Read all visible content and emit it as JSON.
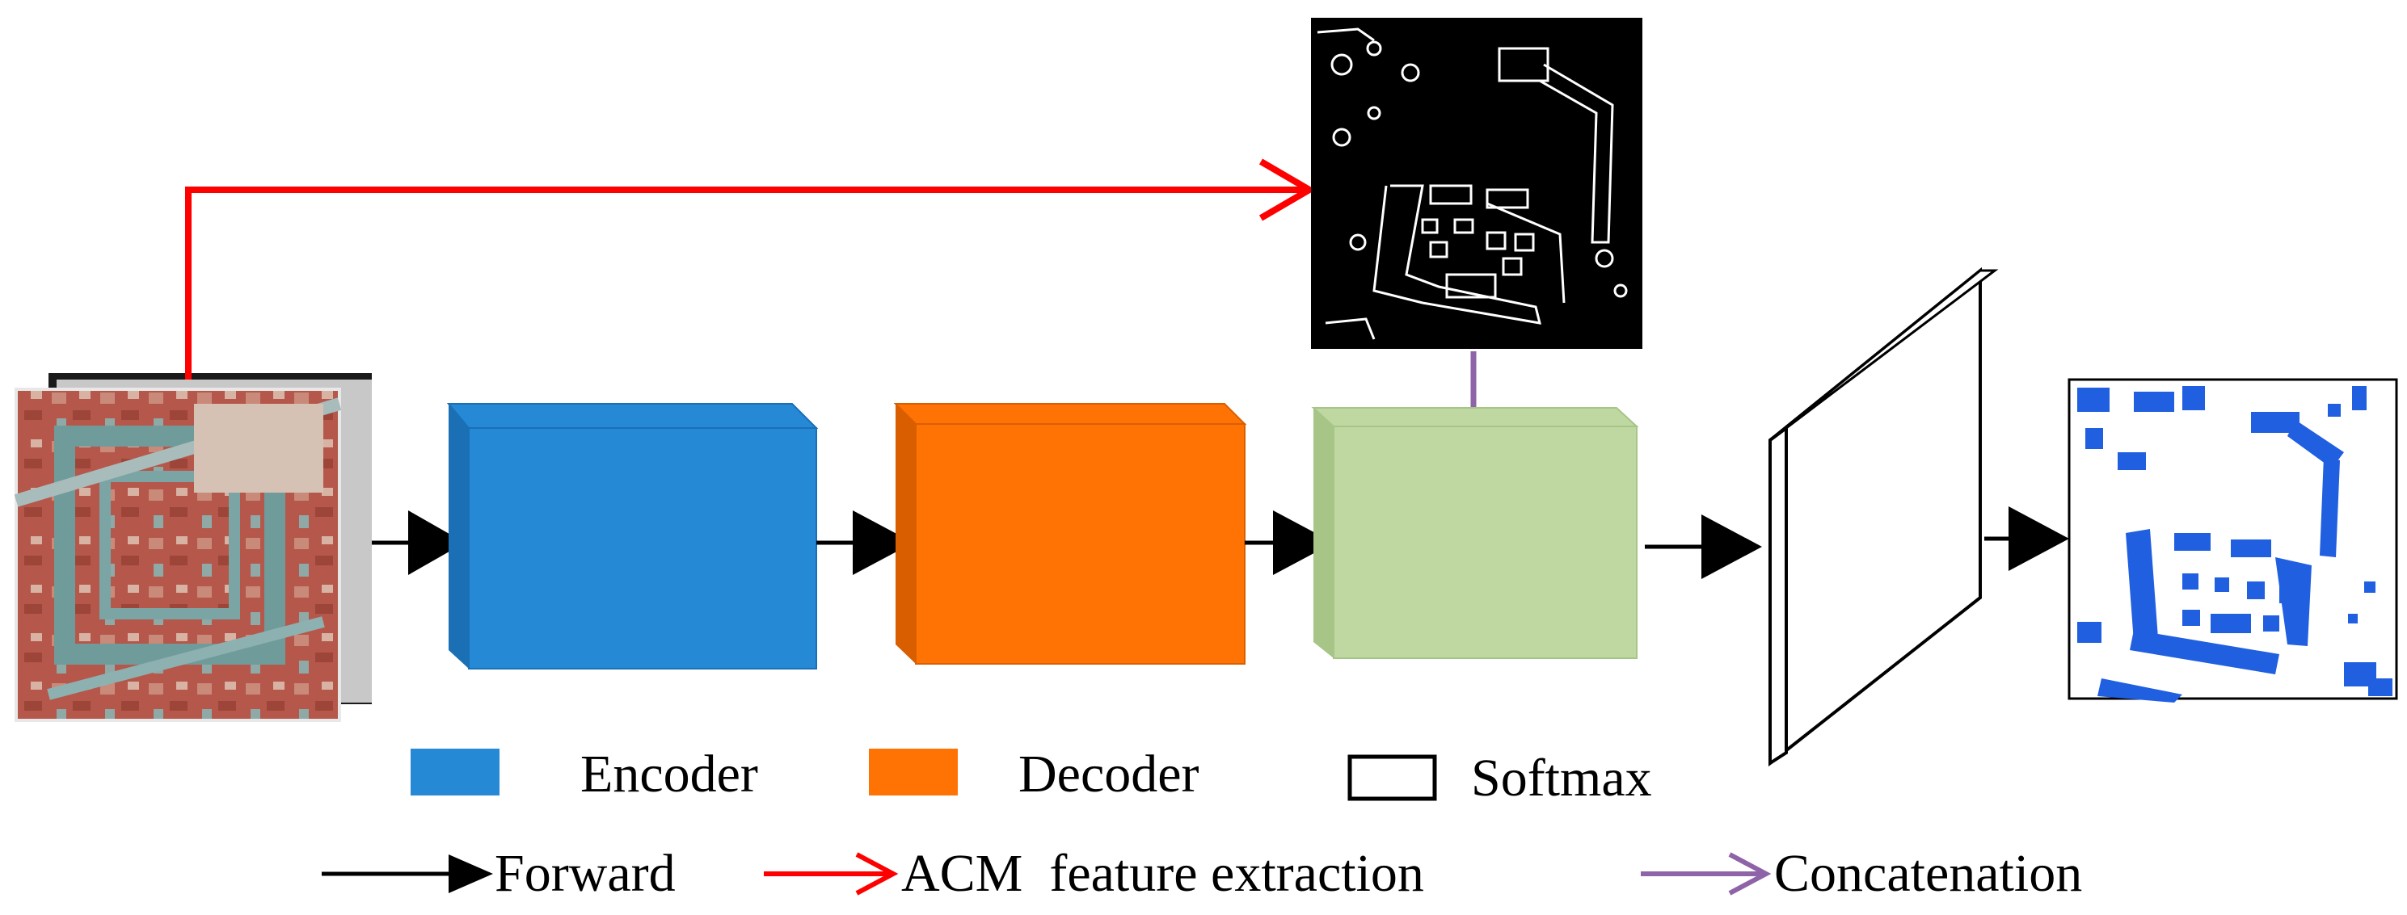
{
  "colors": {
    "encoder": "#2589d6",
    "encoder_dark": "#1a6fb5",
    "decoder": "#ff7305",
    "decoder_dark": "#d95e00",
    "fusion": "#bfd8a2",
    "fusion_dark": "#a6c586",
    "acm_arrow": "#ff0000",
    "concat_arrow": "#8e63a8",
    "forward_arrow": "#000000",
    "result_building": "#1f5fe0"
  },
  "legend": {
    "encoder": "Encoder",
    "decoder": "Decoder",
    "softmax": "Softmax",
    "forward": "Forward",
    "acm": "ACM  feature extraction",
    "concatenation": "Concatenation"
  },
  "icons": {
    "input": "satellite-image-icon",
    "edge_map": "edge-map-icon",
    "output": "segmentation-map-icon"
  }
}
